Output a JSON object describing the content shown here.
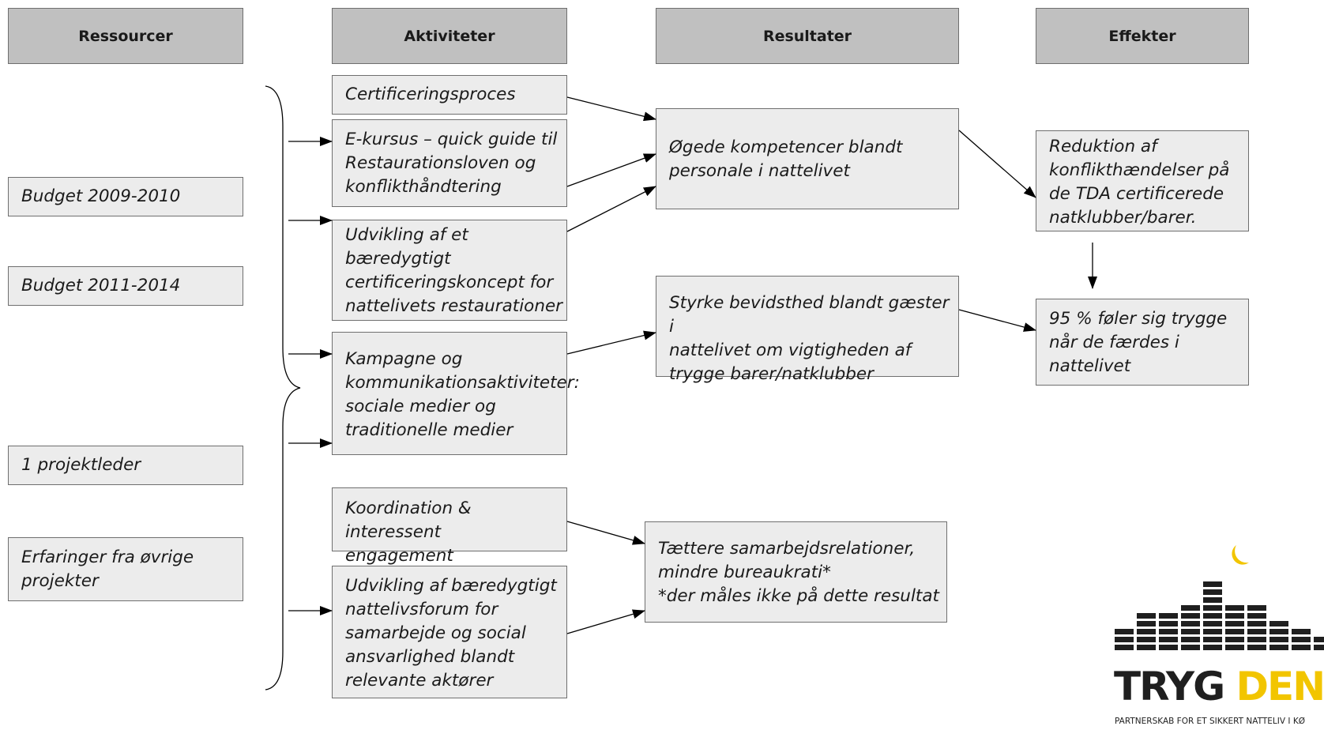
{
  "headers": {
    "resources": "Ressourcer",
    "activities": "Aktiviteter",
    "results": "Resultater",
    "effects": "Effekter"
  },
  "resources": [
    "Budget 2009-2010",
    "Budget 2011-2014",
    "1 projektleder",
    "Erfaringer fra øvrige\nprojekter"
  ],
  "activities": [
    "Certificeringsproces",
    "E-kursus – quick guide til\nRestaurationsloven og\nkonflikthåndtering",
    "Udvikling af et\nbæredygtigt\ncertificeringskoncept for\nnattelivets restaurationer",
    "Kampagne og\nkommunikationsaktiviteter:\nsociale medier og\ntraditionelle medier",
    "Koordination & interessent\nengagement",
    "Udvikling af bæredygtigt\nnattelivsforum for\nsamarbejde og social\nansvarlighed blandt\nrelevante aktører"
  ],
  "results": [
    "Øgede kompetencer blandt\npersonale i nattelivet",
    "Styrke bevidsthed blandt gæster i\nnattelivet om vigtigheden af\ntrygge barer/natklubber",
    "Tættere samarbejdsrelationer,\nmindre bureaukrati*\n*der måles ikke på dette resultat"
  ],
  "effects": [
    "Reduktion af\nkonflikthændelser på\nde TDA certificerede\nnatklubber/barer.",
    "95 % føler sig trygge\nnår de færdes i\nnattelivet"
  ],
  "logo": {
    "word_dark": "TRYG",
    "word_accent": "DEN A",
    "tagline": "PARTNERSKAB FOR ET SIKKERT NATTELIV I KØ",
    "accent_color": "#f2c500",
    "dark_color": "#1f1f1f"
  }
}
